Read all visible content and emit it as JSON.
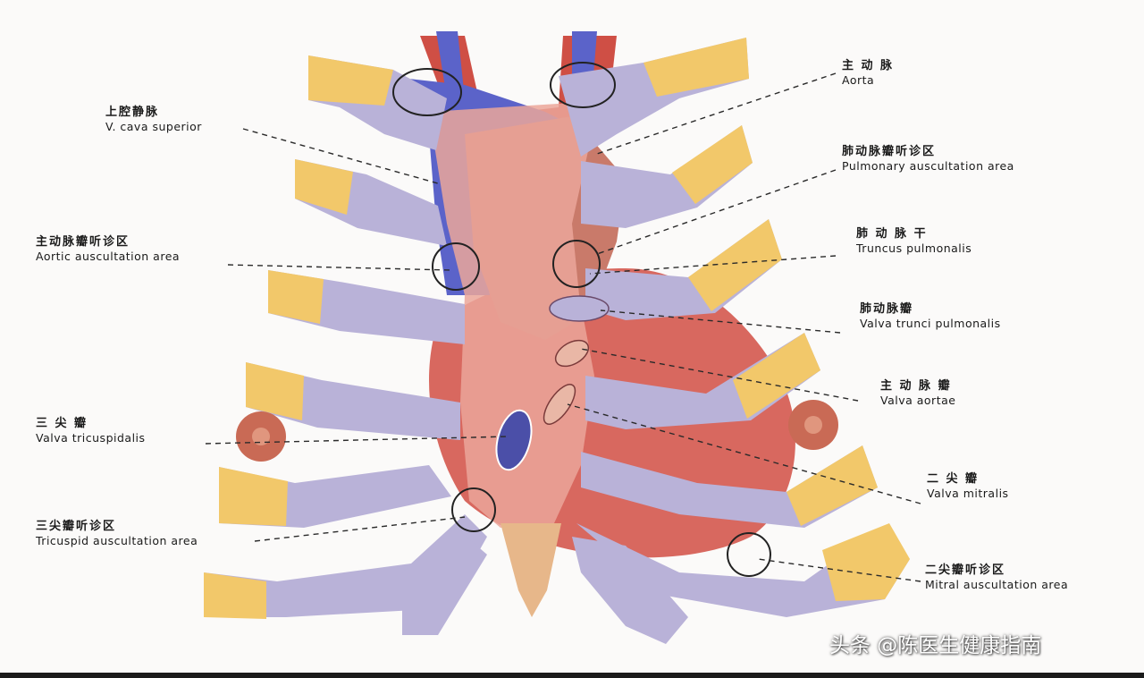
{
  "colors": {
    "background": "#fbfaf9",
    "rib_bone": "#b9b2d8",
    "rib_cartilage": "#f2c86a",
    "heart": "#d8685f",
    "pulmonary_trunk": "#c97a6a",
    "vena_cava": "#5b63c9",
    "sternum": "#eba69a",
    "xiphoid": "#e7b78a",
    "leader_line": "#2a2a2a"
  },
  "labels": {
    "aorta": {
      "zh": "主 动 脉",
      "en": "Aorta"
    },
    "vena_cava_superior": {
      "zh": "上腔静脉",
      "en": "V. cava superior"
    },
    "pulmonary_area": {
      "zh": "肺动脉瓣听诊区",
      "en": "Pulmonary auscultation area"
    },
    "aortic_area": {
      "zh": "主动脉瓣听诊区",
      "en": "Aortic auscultation area"
    },
    "truncus_pulmonalis": {
      "zh": "肺 动 脉 干",
      "en": "Truncus pulmonalis"
    },
    "valva_trunci_pulmonalis": {
      "zh": "肺动脉瓣",
      "en": "Valva trunci pulmonalis"
    },
    "valva_aortae": {
      "zh": "主 动 脉 瓣",
      "en": "Valva aortae"
    },
    "valva_tricuspidalis": {
      "zh": "三 尖 瓣",
      "en": "Valva tricuspidalis"
    },
    "valva_mitralis": {
      "zh": "二 尖 瓣",
      "en": "Valva mitralis"
    },
    "tricuspid_area": {
      "zh": "三尖瓣听诊区",
      "en": "Tricuspid auscultation area"
    },
    "mitral_area": {
      "zh": "二尖瓣听诊区",
      "en": "Mitral auscultation area"
    }
  },
  "watermark": "头条 @陈医生健康指南"
}
